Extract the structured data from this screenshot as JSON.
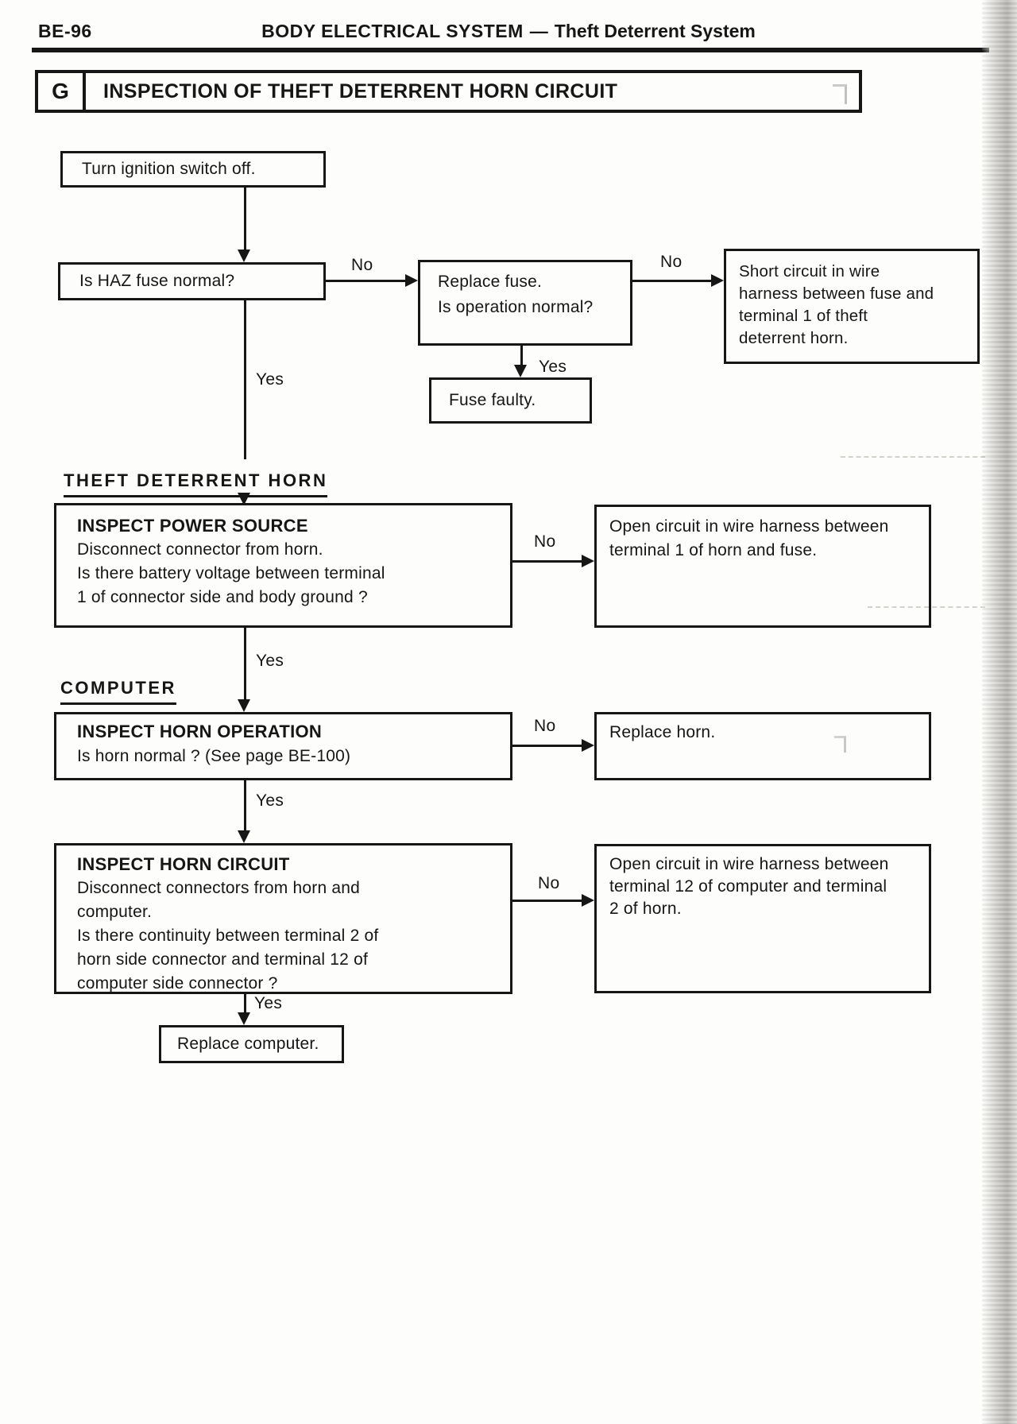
{
  "header": {
    "page_number": "BE-96",
    "system": "BODY ELECTRICAL SYSTEM",
    "separator": "—",
    "subsystem": "Theft Deterrent System",
    "section_letter": "G",
    "section_title": "INSPECTION OF THEFT DETERRENT HORN CIRCUIT"
  },
  "section_labels": {
    "theft_deterrent_horn": "THEFT DETERRENT HORN",
    "computer": "COMPUTER"
  },
  "decision_labels": {
    "yes": "Yes",
    "no": "No"
  },
  "flow": {
    "turn_ignition": {
      "text": "Turn ignition switch off."
    },
    "haz_fuse": {
      "text": "Is HAZ fuse normal?"
    },
    "replace_fuse": {
      "lines": [
        "Replace fuse.",
        "Is operation normal?"
      ]
    },
    "short_circuit": {
      "lines": [
        "Short circuit in wire",
        "harness between fuse and",
        "terminal 1 of theft",
        "deterrent horn."
      ]
    },
    "fuse_faulty": {
      "text": "Fuse faulty."
    },
    "inspect_power_source": {
      "title": "INSPECT POWER SOURCE",
      "lines": [
        "Disconnect connector from horn.",
        "Is there battery voltage between terminal",
        "1 of connector side and body ground ?"
      ]
    },
    "open_circuit_horn_fuse": {
      "lines": [
        "Open circuit in wire harness between",
        "terminal 1 of horn and fuse."
      ]
    },
    "inspect_horn_operation": {
      "title": "INSPECT HORN OPERATION",
      "lines": [
        "Is horn normal ? (See page BE-100)"
      ]
    },
    "replace_horn": {
      "text": "Replace horn."
    },
    "inspect_horn_circuit": {
      "title": "INSPECT HORN CIRCUIT",
      "lines": [
        "Disconnect connectors from horn and",
        "computer.",
        "Is there continuity between terminal 2 of",
        "horn side connector and terminal 12 of",
        "computer side connector ?"
      ]
    },
    "open_circuit_computer_horn": {
      "lines": [
        "Open circuit in wire harness between",
        "terminal 12 of computer and terminal",
        "2 of horn."
      ]
    },
    "replace_computer": {
      "text": "Replace computer."
    }
  }
}
